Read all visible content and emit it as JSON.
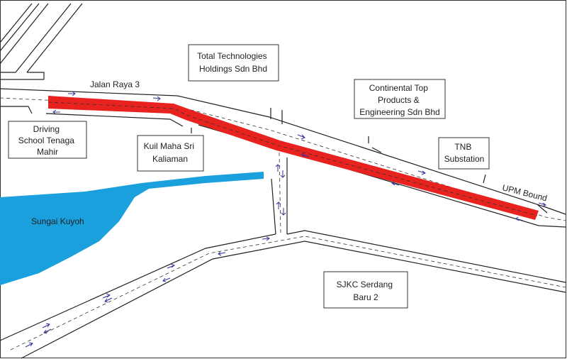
{
  "map": {
    "labels": {
      "jalan_raya_3": "Jalan Raya 3",
      "total_tech_line1": "Total Technologies",
      "total_tech_line2": "Holdings Sdn Bhd",
      "continental_line1": "Continental Top",
      "continental_line2": "Products &",
      "continental_line3": "Engineering  Sdn Bhd",
      "driving_line1": "Driving",
      "driving_line2": "School Tenaga",
      "driving_line3": "Mahir",
      "kuil_line1": "Kuil Maha Sri",
      "kuil_line2": "Kaliaman",
      "tnb_line1": "TNB",
      "tnb_line2": "Substation",
      "upm_bound": "UPM Bound",
      "sungai_kuyoh": "Sungai Kuyoh",
      "sjkc_line1": "SJKC Serdang",
      "sjkc_line2": "Baru 2"
    },
    "colors": {
      "highlight_road": "#e8221e",
      "river": "#1aa0dc",
      "road_line": "#222222",
      "arrow": "#333399",
      "background": "#ffffff"
    }
  }
}
